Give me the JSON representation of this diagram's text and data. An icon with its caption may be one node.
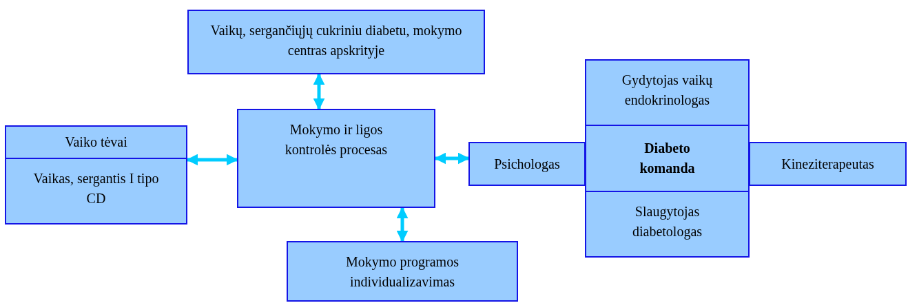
{
  "diagram": {
    "nodes": [
      {
        "text": [
          "Vaikų, sergančiųjų cukriniu diabetu, mokymo centras apskrityje"
        ]
      },
      {
        "text": [
          "Vaiko tėvai"
        ]
      },
      {
        "text": [
          "Vaikas, sergantis I tipo CD"
        ]
      },
      {
        "text": [
          "Mokymo ir ligos kontrolės procesas"
        ]
      },
      {
        "text": [
          "Gydytojas vaikų endokrinologas"
        ]
      },
      {
        "text": [
          "Psichologas"
        ]
      },
      {
        "text": [
          "Diabeto komanda"
        ]
      },
      {
        "text": [
          "Kineziterapeutas"
        ]
      },
      {
        "text": [
          "Slaugytojas diabetologas"
        ]
      },
      {
        "text": [
          "Mokymo programos individualizavimas"
        ]
      }
    ],
    "edges": [
      {
        "from": 0,
        "to": 3,
        "arrow": "both"
      },
      {
        "from": 2,
        "to": 3,
        "arrow": "both"
      },
      {
        "from": 3,
        "to": 5,
        "arrow": "both"
      },
      {
        "from": 3,
        "to": 9,
        "arrow": "both"
      }
    ]
  }
}
